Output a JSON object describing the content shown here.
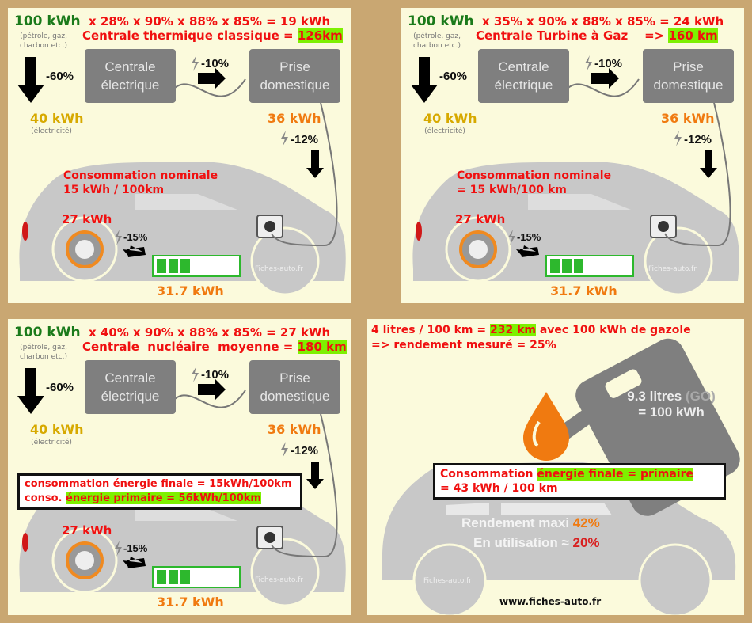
{
  "colors": {
    "background": "#c9a772",
    "panel": "#fbfadc",
    "highlight": "#7ef000",
    "red": "#f01010",
    "green": "#1a7a1a"
  },
  "common": {
    "primary_label": "100 kWh",
    "primary_sub": "(pétrole, gaz, charbon etc.)",
    "loss_plant": "-60%",
    "electricity_label": "40 kWh",
    "electricity_sub": "(électricité)",
    "plant_box": "Centrale électrique",
    "loss_grid": "-10%",
    "outlet_box": "Prise domestique",
    "outlet_label": "36 kWh",
    "loss_charge": "-12%",
    "motor_label": "27 kWh",
    "loss_motor": "-15%",
    "battery_label": "31.7 kWh",
    "watermark": "Fiches-auto.fr",
    "battery_level": 0.3
  },
  "panels": [
    {
      "formula": "x 28% x 90% x 88% x 85% = 19 kWh",
      "plant_type": "Centrale thermique classique = ",
      "range": "126km",
      "nominal_1": "Consommation nominale",
      "nominal_2": "15 kWh / 100km"
    },
    {
      "formula": "x 35% x 90% x 88% x 85% = 24 kWh",
      "plant_type": "Centrale Turbine à Gaz    => ",
      "range": "160 km",
      "nominal_1": "Consommation nominale",
      "nominal_2": "= 15 kWh/100 km"
    },
    {
      "formula": "x 40% x 90% x 88% x 85% = 27 kWh",
      "plant_type": "Centrale  nucléaire  moyenne = ",
      "range": "180 km",
      "note_1": "consommation énergie finale = 15kWh/100km",
      "note_2_prefix": "conso. ",
      "note_2_hl": "énergie primaire = 56kWh/100km"
    }
  ],
  "diesel": {
    "line1_prefix": "4 litres / 100 km = ",
    "line1_hl": "232 km",
    "line1_suffix": " avec 100 kWh de gazole",
    "line2": "=> rendement mesuré = 25%",
    "can_1": "9.3 litres ",
    "can_1_go": "(GO)",
    "can_2": "= 100 kWh",
    "note_prefix": "Consommation ",
    "note_hl": "énergie finale = primaire",
    "note_2": "= 43 kWh / 100 km",
    "eff_max_label": "Rendement maxi ",
    "eff_max": "42%",
    "eff_use_label": "En utilisation ≈ ",
    "eff_use": "20%",
    "watermark": "Fiches-auto.fr",
    "website": "www.fiches-auto.fr"
  }
}
